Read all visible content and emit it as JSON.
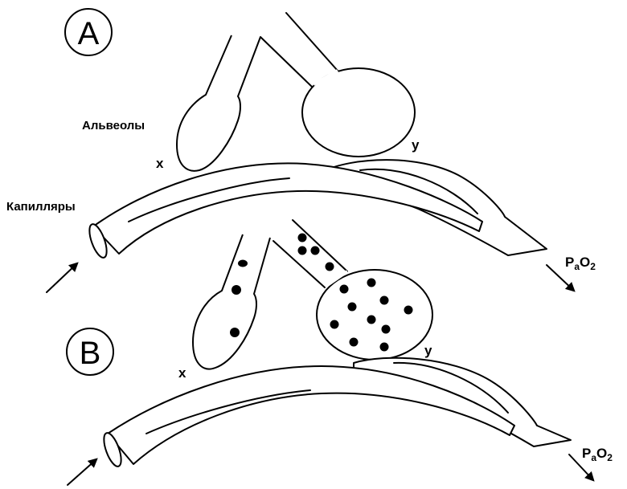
{
  "panels": [
    {
      "letter": "A",
      "alveoli_label": "Альвеолы",
      "capillaries_label": "Капилляры",
      "x_label": "x",
      "y_label": "y",
      "outflow_label": {
        "p": "P",
        "sub": "a",
        "o": "O",
        "two": "2"
      }
    },
    {
      "letter": "B",
      "x_label": "x",
      "y_label": "y",
      "outflow_label": {
        "p": "P",
        "sub": "a",
        "o": "O",
        "two": "2"
      }
    }
  ]
}
